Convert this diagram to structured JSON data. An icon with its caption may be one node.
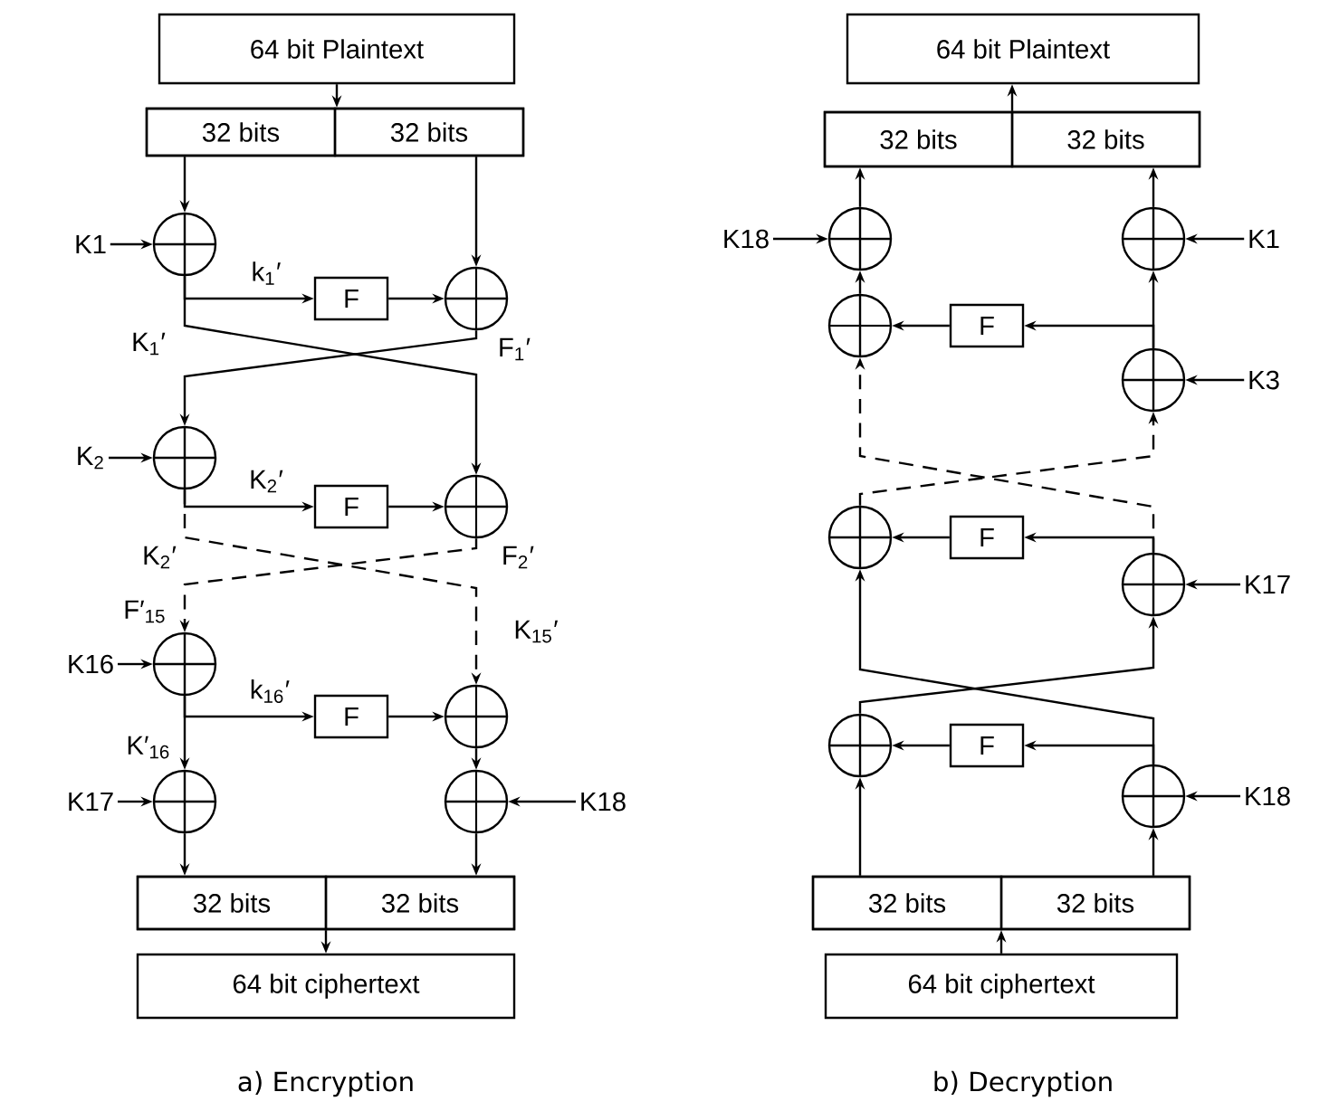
{
  "diagram": {
    "nodes": [
      {
        "text": [
          "64 bit Plaintext"
        ]
      },
      {
        "text": [],
        "shape": "box"
      },
      {
        "text": [
          "32 bits"
        ],
        "in": 1
      },
      {
        "text": [
          "32 bits"
        ],
        "in": 1
      },
      {
        "text": [
          "K1"
        ]
      },
      {
        "text": [],
        "shape": "circle"
      },
      {
        "text": [
          "F"
        ]
      },
      {
        "text": [],
        "shape": "circle"
      },
      {
        "text": [
          "K$_{2}$"
        ]
      },
      {
        "text": [],
        "shape": "circle"
      },
      {
        "text": [
          "F"
        ]
      },
      {
        "text": [],
        "shape": "circle"
      },
      {
        "text": [
          "K16"
        ]
      },
      {
        "text": [],
        "shape": "circle"
      },
      {
        "text": [
          "F"
        ]
      },
      {
        "text": [],
        "shape": "circle"
      },
      {
        "text": [
          "K17"
        ]
      },
      {
        "text": [],
        "shape": "circle"
      },
      {
        "text": [],
        "shape": "circle"
      },
      {
        "text": [
          "K18"
        ]
      },
      {
        "text": [],
        "shape": "box"
      },
      {
        "text": [
          "32 bits"
        ],
        "in": 20
      },
      {
        "text": [
          "32 bits"
        ],
        "in": 20
      },
      {
        "text": [
          "64 bit ciphertext"
        ]
      },
      {
        "text": [
          "64 bit Plaintext"
        ]
      },
      {
        "text": [],
        "shape": "box"
      },
      {
        "text": [
          "32 bits"
        ],
        "in": 25
      },
      {
        "text": [
          "32 bits"
        ],
        "in": 25
      },
      {
        "text": [
          "K18"
        ]
      },
      {
        "text": [],
        "shape": "circle"
      },
      {
        "text": [],
        "shape": "circle"
      },
      {
        "text": [
          "K1"
        ]
      },
      {
        "text": [],
        "shape": "circle"
      },
      {
        "text": [
          "F"
        ]
      },
      {
        "text": [],
        "shape": "circle"
      },
      {
        "text": [
          "K3"
        ]
      },
      {
        "text": [],
        "shape": "circle"
      },
      {
        "text": [
          "F"
        ]
      },
      {
        "text": [],
        "shape": "circle"
      },
      {
        "text": [
          "K17"
        ]
      },
      {
        "text": [],
        "shape": "circle"
      },
      {
        "text": [
          "F"
        ]
      },
      {
        "text": [],
        "shape": "circle"
      },
      {
        "text": [
          "K18"
        ]
      },
      {
        "text": [],
        "shape": "box"
      },
      {
        "text": [
          "32 bits"
        ],
        "in": 44
      },
      {
        "text": [
          "32 bits"
        ],
        "in": 44
      },
      {
        "text": [
          "64 bit ciphertext"
        ]
      }
    ],
    "edges": [
      {
        "from": 0,
        "to": 1,
        "arrow": "to"
      },
      {
        "from": 2,
        "to": 5,
        "arrow": "to"
      },
      {
        "from": 3,
        "to": 7,
        "arrow": "to"
      },
      {
        "from": 4,
        "to": 5,
        "arrow": "to"
      },
      {
        "from": 5,
        "to": 6,
        "arrow": "to",
        "label": "k$_{1}$′"
      },
      {
        "from": 6,
        "to": 7,
        "arrow": "to"
      },
      {
        "from": 5,
        "to": 11,
        "arrow": "to"
      },
      {
        "from": 7,
        "to": 9,
        "arrow": "to"
      },
      {
        "from": 8,
        "to": 9,
        "arrow": "to"
      },
      {
        "from": 9,
        "to": 10,
        "arrow": "to",
        "label": "K$_{2}$′"
      },
      {
        "from": 10,
        "to": 11,
        "arrow": "to"
      },
      {
        "from": 9,
        "to": 15,
        "arrow": "to",
        "style": "dashed"
      },
      {
        "from": 11,
        "to": 13,
        "arrow": "to",
        "style": "dashed"
      },
      {
        "from": 12,
        "to": 13,
        "arrow": "to"
      },
      {
        "from": 13,
        "to": 14,
        "arrow": "to",
        "label": "k$_{16}$′"
      },
      {
        "from": 14,
        "to": 15,
        "arrow": "to"
      },
      {
        "from": 13,
        "to": 17,
        "arrow": "to"
      },
      {
        "from": 15,
        "to": 18,
        "arrow": "to"
      },
      {
        "from": 19,
        "to": 18,
        "arrow": "to"
      },
      {
        "from": 16,
        "to": 17,
        "arrow": "to"
      },
      {
        "from": 17,
        "to": 21,
        "arrow": "to"
      },
      {
        "from": 18,
        "to": 22,
        "arrow": "to"
      },
      {
        "from": 20,
        "to": 23,
        "arrow": "to"
      },
      {
        "from": 47,
        "to": 44,
        "arrow": "to"
      },
      {
        "from": 45,
        "to": 40,
        "arrow": "to"
      },
      {
        "from": 46,
        "to": 42,
        "arrow": "to"
      },
      {
        "from": 43,
        "to": 42,
        "arrow": "to"
      },
      {
        "from": 42,
        "to": 41,
        "arrow": "to"
      },
      {
        "from": 41,
        "to": 40,
        "arrow": "to"
      },
      {
        "from": 42,
        "to": 36,
        "arrow": "to"
      },
      {
        "from": 40,
        "to": 38,
        "arrow": "to"
      },
      {
        "from": 39,
        "to": 38,
        "arrow": "to"
      },
      {
        "from": 38,
        "to": 37,
        "arrow": "to"
      },
      {
        "from": 37,
        "to": 36,
        "arrow": "to"
      },
      {
        "from": 38,
        "to": 32,
        "arrow": "to",
        "style": "dashed"
      },
      {
        "from": 36,
        "to": 34,
        "arrow": "to",
        "style": "dashed"
      },
      {
        "from": 35,
        "to": 34,
        "arrow": "to"
      },
      {
        "from": 34,
        "to": 33,
        "arrow": "to"
      },
      {
        "from": 33,
        "to": 32,
        "arrow": "to"
      },
      {
        "from": 34,
        "to": 30,
        "arrow": "to"
      },
      {
        "from": 32,
        "to": 29,
        "arrow": "to"
      },
      {
        "from": 28,
        "to": 29,
        "arrow": "to"
      },
      {
        "from": 31,
        "to": 30,
        "arrow": "to"
      },
      {
        "from": 29,
        "to": 26,
        "arrow": "to"
      },
      {
        "from": 30,
        "to": 27,
        "arrow": "to"
      },
      {
        "from": 25,
        "to": 24,
        "arrow": "to"
      }
    ],
    "labels": [
      "K$_{1}$′",
      "F$_{1}$′",
      "K$_{2}$′",
      "F$_{2}$′",
      "F′$_{15}$",
      "K$_{15}$′",
      "K′$_{16}$",
      "a) Encryption",
      "b) Decryption"
    ]
  }
}
